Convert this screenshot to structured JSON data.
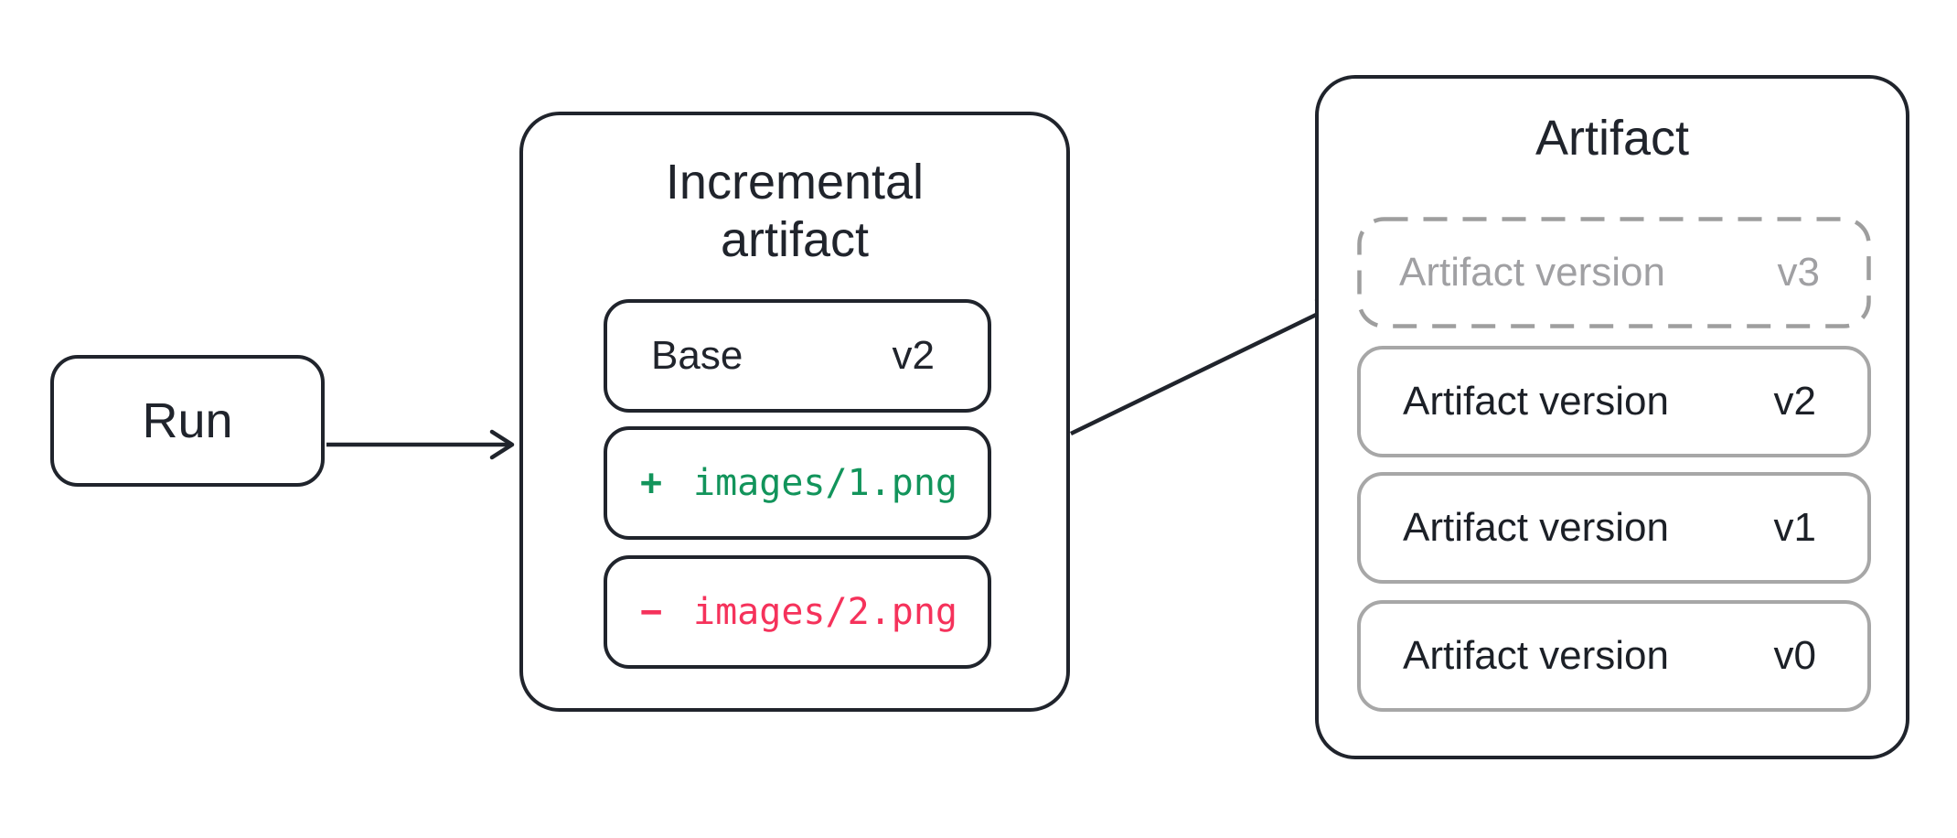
{
  "diagram": {
    "run": {
      "label": "Run"
    },
    "incremental": {
      "title_lines": [
        "Incremental",
        "artifact"
      ],
      "base_row": {
        "label": "Base",
        "version": "v2"
      },
      "added_row": {
        "sign": "+",
        "path": "images/1.png"
      },
      "removed_row": {
        "sign": "−",
        "path": "images/2.png"
      }
    },
    "artifact": {
      "title": "Artifact",
      "versions": [
        {
          "label": "Artifact version",
          "version": "v3",
          "state": "pending"
        },
        {
          "label": "Artifact version",
          "version": "v2",
          "state": "committed"
        },
        {
          "label": "Artifact version",
          "version": "v1",
          "state": "committed"
        },
        {
          "label": "Artifact version",
          "version": "v0",
          "state": "committed"
        }
      ]
    },
    "colors": {
      "ink": "#20242c",
      "gray_border": "#a7a7a7",
      "gray_text": "#a0a0a3",
      "added_green": "#12945b",
      "removed_red": "#f5325b",
      "background": "#ffffff"
    }
  }
}
